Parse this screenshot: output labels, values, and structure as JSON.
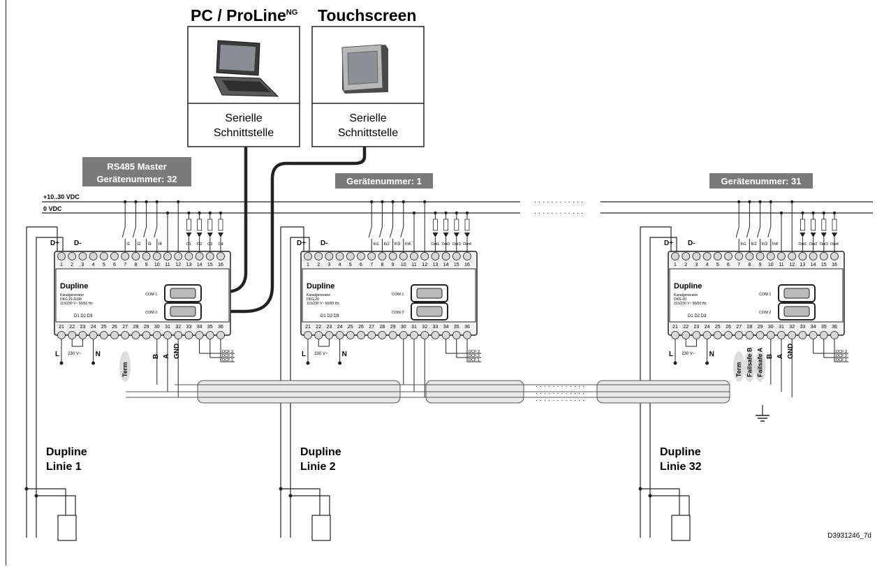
{
  "top": {
    "pc_title": "PC / ProLine",
    "pc_title_sup": "NG",
    "touch_title": "Touchscreen",
    "pc_port": [
      "Serielle",
      "Schnittstelle"
    ],
    "touch_port": [
      "Serielle",
      "Schnittstelle"
    ]
  },
  "bus": {
    "supply_label": "+10..30 VDC",
    "ground_label": "0 VDC",
    "dots": "· · · · · · · · · · · ·"
  },
  "tags": {
    "master": [
      "RS485 Master",
      "Gerätenummer: 32"
    ],
    "dev1": "Gerätenummer: 1",
    "dev31": "Gerätenummer: 31"
  },
  "modules": [
    {
      "brand": "Dupline",
      "desc1": "Kanalgenerator",
      "desc2": "DKG 21-GSM",
      "desc3": "115/230 V~ 50/60 Hz",
      "leds": "D1 D2 D3",
      "inputs": [
        "I1",
        "I2",
        "I3",
        "I4"
      ],
      "outputs": [
        "O1",
        "O2",
        "O3",
        "O4"
      ],
      "com1": "COM 1",
      "com2": "COM 2",
      "line_label": [
        "Dupline",
        "Linie 1"
      ],
      "term_labels": [
        "Term"
      ],
      "bus_labels": [
        "B",
        "A",
        "GND"
      ]
    },
    {
      "brand": "Dupline",
      "desc1": "Kanalgenerator",
      "desc2": "DKG 20",
      "desc3": "115/230 V~ 50/60 Hz",
      "leds": "D1 D2 D3",
      "inputs": [
        "In1",
        "In2",
        "In3",
        "In4"
      ],
      "outputs": [
        "Out1",
        "Out2",
        "Out3",
        "Out4"
      ],
      "com1": "COM 1",
      "com2": "COM 2",
      "line_label": [
        "Dupline",
        "Linie 2"
      ]
    },
    {
      "brand": "Dupline",
      "desc1": "Kanalgenerator",
      "desc2": "DKG 20",
      "desc3": "115/230 V~ 50/60 Hz",
      "leds": "D1 D2 D3",
      "inputs": [
        "In1",
        "In2",
        "In3",
        "In4"
      ],
      "outputs": [
        "Out1",
        "Out2",
        "Out3",
        "Out4"
      ],
      "com1": "COM 1",
      "com2": "COM 2",
      "line_label": [
        "Dupline",
        "Linie 32"
      ],
      "term_labels": [
        "Term",
        "Failsafe B",
        "Failsafe A"
      ],
      "bus_labels": [
        "B",
        "A",
        "GND"
      ]
    }
  ],
  "terminals_top": [
    "1",
    "2",
    "3",
    "4",
    "5",
    "6",
    "7",
    "8",
    "9",
    "10",
    "11",
    "12",
    "13",
    "14",
    "15",
    "16"
  ],
  "terminals_bottom": [
    "21",
    "22",
    "23",
    "24",
    "25",
    "26",
    "27",
    "28",
    "29",
    "30",
    "31",
    "32",
    "33",
    "34",
    "35",
    "36"
  ],
  "power_labels": {
    "l": "L",
    "n": "N",
    "v": "230 V~",
    "dplus": "D+",
    "dminus": "D-"
  },
  "dcf": [
    "DCF 3",
    "DCF 2",
    "DCF 1"
  ],
  "footer_code": "D3931246_7d"
}
